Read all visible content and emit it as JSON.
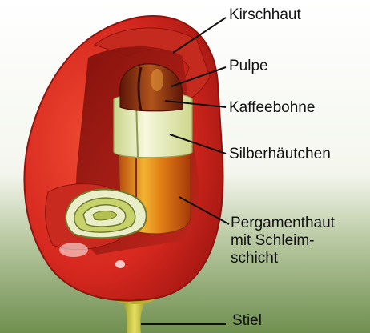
{
  "labels": {
    "kirschhaut": "Kirschhaut",
    "pulpe": "Pulpe",
    "kaffeebohne": "Kaffeebohne",
    "silberhaeutchen": "Silberhäutchen",
    "pergamenthaut_line1": "Pergamenthaut",
    "pergamenthaut_line2": "mit Schleim-",
    "pergamenthaut_line3": "schicht",
    "stiel": "Stiel"
  },
  "colors": {
    "skin": "#d6281f",
    "pulp": "#b31d16",
    "parchment": "#e08a17",
    "silverskin": "#eef2c8",
    "bean": "#8a2a12",
    "stem": "#c9c43a",
    "background_bottom": "#6f8f4f"
  }
}
